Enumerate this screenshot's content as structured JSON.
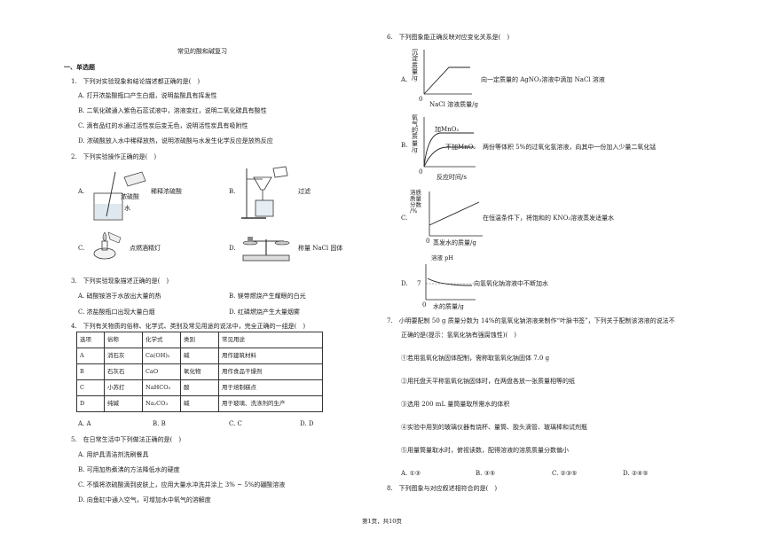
{
  "doc": {
    "title": "常见的酸和碱复习",
    "section1": "一、单选题",
    "footer": "第1页，共10页"
  },
  "q1": {
    "stem": "1.　下列对实验现象和结论描述都正确的是(　)",
    "a": "A.  打开浓盐酸瓶口产生白烟，说明盐酸具有挥发性",
    "b": "B.  二氧化碳通入紫色石蕊试液中，溶液变红，说明二氧化碳具有酸性",
    "c": "C.  滴有品红的水通过活性炭后变无色，说明活性炭具有吸附性",
    "d": "D.  浓硫酸放入水中稀释放热，说明浓硫酸与水发生化学反应是放热反应"
  },
  "q2": {
    "stem": "2.　下列实验操作正确的是(　)",
    "a_letter": "A.",
    "a_label1": "浓硫酸",
    "a_label2": "水",
    "a_caption": "稀释浓硫酸",
    "b_letter": "B.",
    "b_caption": "过滤",
    "c_letter": "C.",
    "c_caption": "点燃酒精灯",
    "d_letter": "D.",
    "d_caption": "称量 NaCl 固体"
  },
  "q3": {
    "stem": "3.　下列实验现象描述正确的是(　)",
    "a": "A.  硝酸铵溶于水放出大量的热",
    "b": "B.  镁带燃烧产生耀眼的白光",
    "c": "C.  浓盐酸瓶口出现大量白烟",
    "d": "D.  红磷燃烧产生大量烟雾"
  },
  "q4": {
    "stem": "4.　下列有关物质的俗称、化学式、类别及常见用途的说法中，完全正确的一组是(　)",
    "headers": [
      "选项",
      "俗称",
      "化学式",
      "类别",
      "常见用途"
    ],
    "rows": [
      [
        "A",
        "消石灰",
        "Ca(OH)₂",
        "碱",
        "用作建筑材料"
      ],
      [
        "B",
        "石灰石",
        "CaO",
        "氧化物",
        "用作食品干燥剂"
      ],
      [
        "C",
        "小苏打",
        "NaHCO₃",
        "酸",
        "用于焙制糕点"
      ],
      [
        "D",
        "纯碱",
        "Na₂CO₃",
        "碱",
        "用于玻璃、洗涤剂的生产"
      ]
    ],
    "a": "A. A",
    "b": "B. B",
    "c": "C. C",
    "d": "D. D"
  },
  "q5": {
    "stem": "5.　在日常生活中下列做法正确的是(　)",
    "a": "A.  用炉具清洁剂洗刷餐具",
    "b": "B.  可用加热煮沸的方法降低水的硬度",
    "c": "C.  不慎将浓硫酸滴到皮肤上，应用大量水冲洗并涂上 3% ~ 5%的硼酸溶液",
    "d": "D.  向鱼缸中通入空气，可增加水中氧气的溶解度"
  },
  "q6": {
    "stem": "6.　下列图象能正确反映对应变化关系是(　)",
    "a_letter": "A.",
    "a_ylabel": [
      "沉",
      "淀",
      "质",
      "量",
      "/g"
    ],
    "a_xlabel": "NaCl 溶液质量/g",
    "a_desc": "向一定质量的 AgNO₃溶液中滴加 NaCl 溶液",
    "b_letter": "B.",
    "b_ylabel": [
      "氧",
      "气",
      "的",
      "质",
      "量",
      "/g"
    ],
    "b_xlabel": "反应时间/s",
    "b_curve1": "加MnO₂",
    "b_curve2": "不加MnO₂",
    "b_desc": "两份等体积 5%的过氧化氢溶液，向其中一份加入少量二氧化锰",
    "c_letter": "C.",
    "c_ylabel": [
      "溶质",
      "质量",
      "分数",
      "/%"
    ],
    "c_xlabel": "蒸发水的质量/g",
    "c_desc": "在恒温条件下，将饱和的 KNO₃溶液蒸发适量水",
    "d_letter": "D.",
    "d_ylabel": "溶液 pH",
    "d_tick": "7",
    "d_xlabel": "水的质量/g",
    "d_desc": "向氢氧化钠溶液中不断加水",
    "origin": "0"
  },
  "q7": {
    "stem1": "7.　小明要配制 50 g 质量分数为 14%的氢氧化钠溶液来制作“叶脉书签”，下列关于配制该溶液的说法不",
    "stem2": "正确的是(提示：氢氧化钠有强腐蚀性)(　)",
    "s1": "①若用氢氧化钠固体配制，需称取氢氧化钠固体 7.0 g",
    "s2": "②用托盘天平称氢氧化钠固体时，在两盘各放一张质量相等的纸",
    "s3": "③选用 200 mL 量筒量取所需水的体积",
    "s4": "④实验中用到的玻璃仪器有烧杯、量筒、胶头滴管、玻璃棒和试剂瓶",
    "s5": "⑤用量筒量取水时，俯视读数，配得溶液的溶质质量分数偏小",
    "a": "A. ①③",
    "b": "B. ③⑤",
    "c": "C. ②③⑤",
    "d": "D. ②④⑤"
  },
  "q8": {
    "stem": "8.　下列图象与对应叙述相符合的是(　)"
  }
}
